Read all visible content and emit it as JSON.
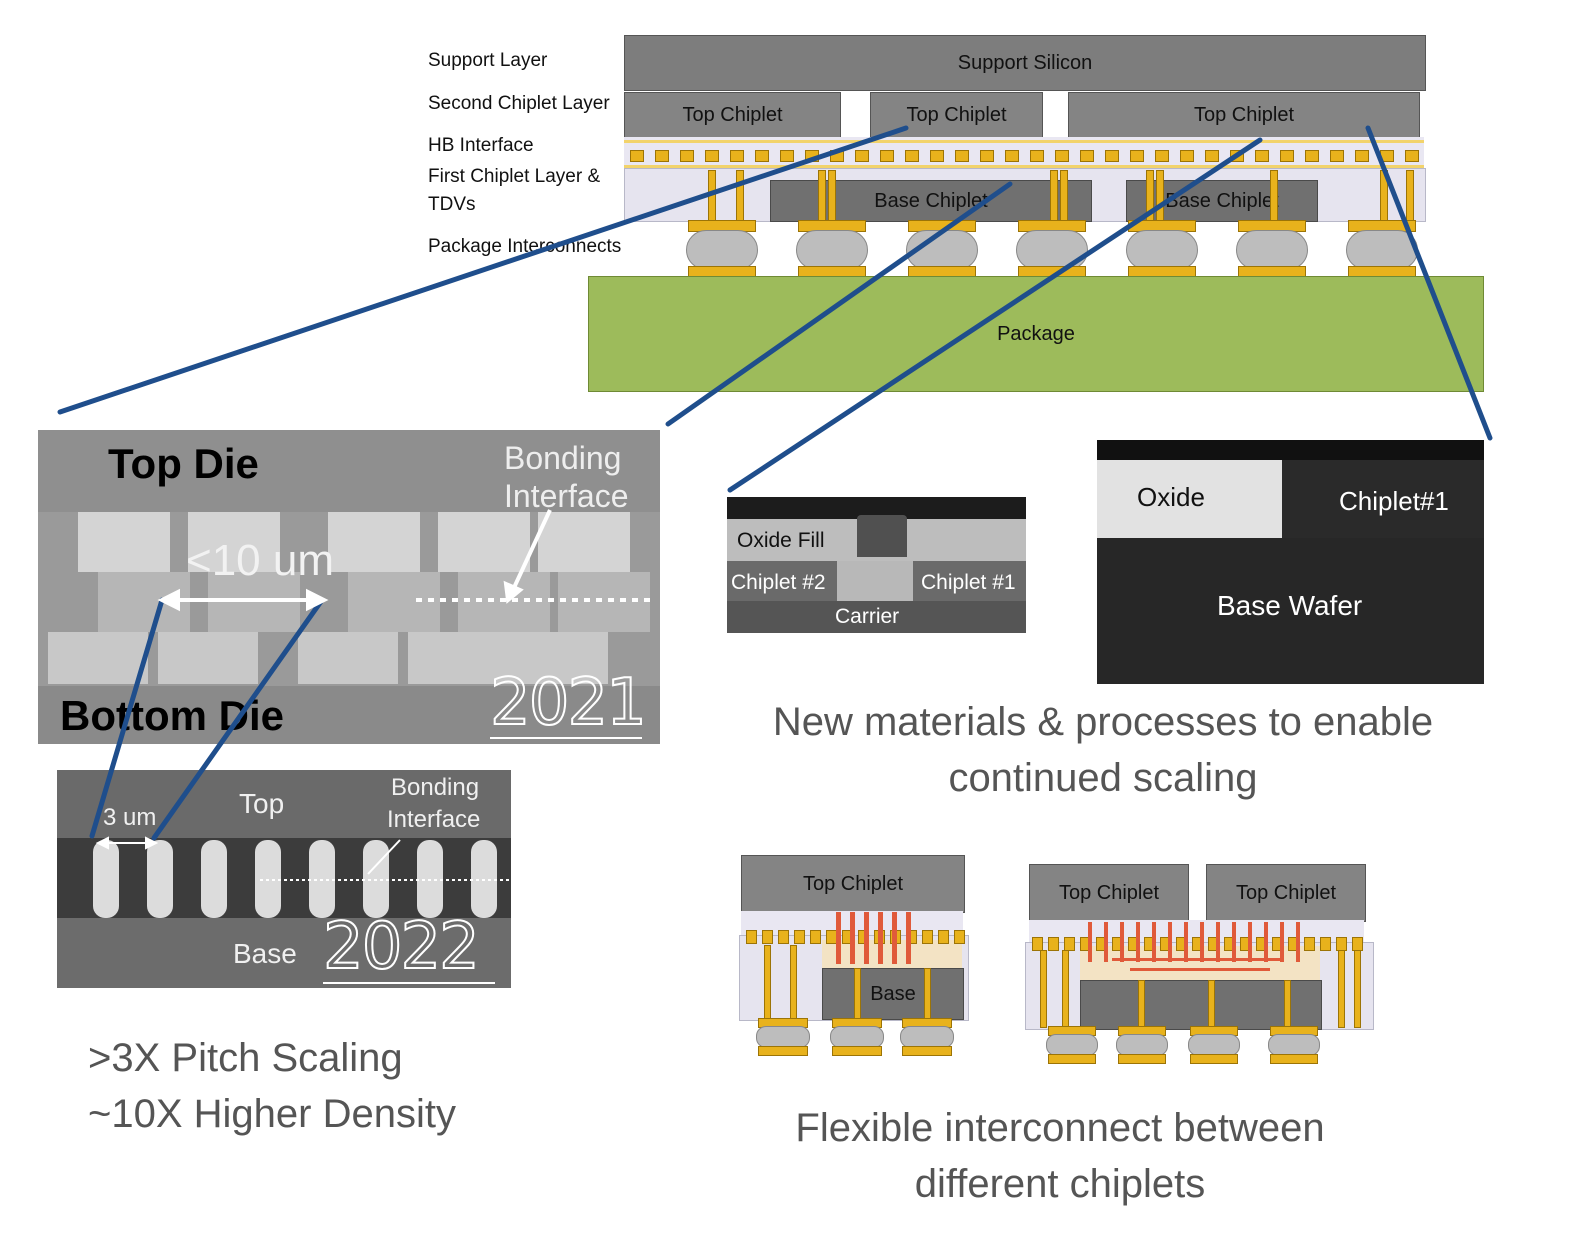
{
  "stack": {
    "left_labels": [
      "Support Layer",
      "Second Chiplet Layer",
      "HB Interface",
      "First Chiplet Layer &",
      "TDVs",
      "Package Interconnects"
    ],
    "support_label": "Support Silicon",
    "top_chiplets": [
      "Top Chiplet",
      "Top Chiplet",
      "Top Chiplet"
    ],
    "base_chiplets": [
      "Base Chiplet",
      "Base Chiplet"
    ],
    "package_label": "Package"
  },
  "sem_2021": {
    "top_label": "Top Die",
    "bottom_label": "Bottom Die",
    "pitch_label": "<10 um",
    "bonding_label_1": "Bonding",
    "bonding_label_2": "Interface",
    "year": "2021"
  },
  "sem_2022": {
    "pitch_label": "3 um",
    "top_label": "Top",
    "bonding_label_1": "Bonding",
    "bonding_label_2": "Interface",
    "base_label": "Base",
    "year": "2022"
  },
  "scaling_text": {
    "line1": ">3X Pitch Scaling",
    "line2": "~10X Higher Density"
  },
  "materials_small": {
    "oxide_fill": "Oxide Fill",
    "chiplet2": "Chiplet #2",
    "chiplet1": "Chiplet #1",
    "carrier": "Carrier"
  },
  "materials_large": {
    "oxide": "Oxide",
    "chiplet1": "Chiplet#1",
    "base_wafer": "Base Wafer"
  },
  "materials_caption": {
    "line1": "New materials & processes to enable",
    "line2": "continued scaling"
  },
  "flex_left": {
    "top": "Top Chiplet",
    "base": "Base"
  },
  "flex_right": {
    "top_a": "Top Chiplet",
    "top_b": "Top Chiplet"
  },
  "flex_caption": {
    "line1": "Flexible interconnect between",
    "line2": "different chiplets"
  },
  "colors": {
    "callout_line": "#1f4e8c",
    "package_green": "#9dbb5b",
    "pad_gold": "#e8b21c"
  }
}
